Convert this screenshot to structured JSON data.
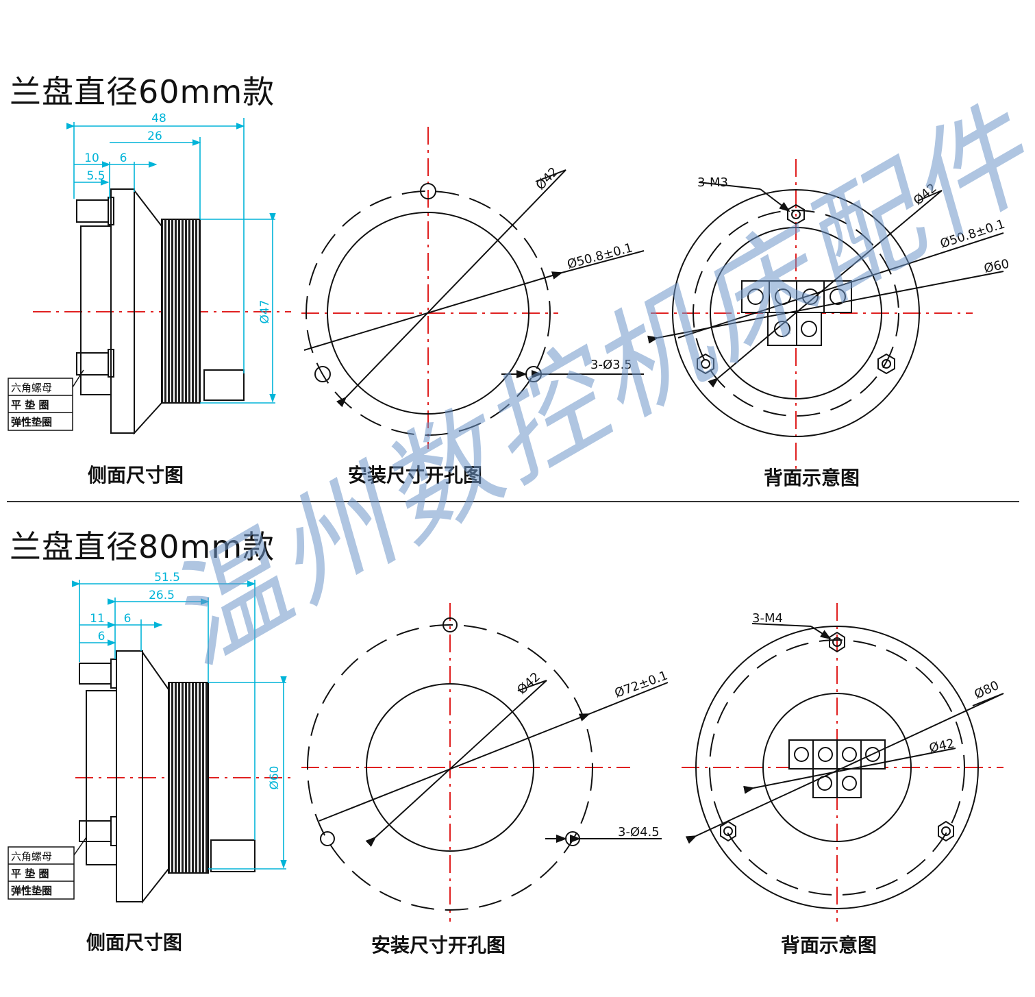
{
  "sections": [
    {
      "heading": "兰盘直径60mm款",
      "captions": {
        "side": "侧面尺寸图",
        "install": "安装尺寸开孔图",
        "back": "背面示意图"
      },
      "side_dims": {
        "total": "48",
        "body": "26",
        "flange": "10",
        "ring": "6",
        "stud": "5.5",
        "dia": "Ø47"
      },
      "install_dims": {
        "d1": "Ø42",
        "d2": "Ø50.8±0.1",
        "holes": "3-Ø3.5"
      },
      "back_dims": {
        "screws": "3-M3",
        "d1": "Ø42",
        "d2": "Ø50.8±0.1",
        "d3": "Ø60"
      },
      "parts": [
        "六角螺母",
        "平 垫 圈",
        "弹性垫圈"
      ]
    },
    {
      "heading": "兰盘直径80mm款",
      "captions": {
        "side": "侧面尺寸图",
        "install": "安装尺寸开孔图",
        "back": "背面示意图"
      },
      "side_dims": {
        "total": "51.5",
        "body": "26.5",
        "flange": "11",
        "ring": "6",
        "stud": "6",
        "dia": "Ø60"
      },
      "install_dims": {
        "d1": "Ø42",
        "d2": "Ø72±0.1",
        "holes": "3-Ø4.5"
      },
      "back_dims": {
        "screws": "3-M4",
        "d1": "Ø42",
        "d2": "Ø80"
      },
      "parts": [
        "六角螺母",
        "平 垫 圈",
        "弹性垫圈"
      ]
    }
  ],
  "watermark": "温州数控机床配件",
  "colors": {
    "dimension": "#00b4d8",
    "centerline": "#e02020",
    "watermark": "#6e96c8"
  }
}
